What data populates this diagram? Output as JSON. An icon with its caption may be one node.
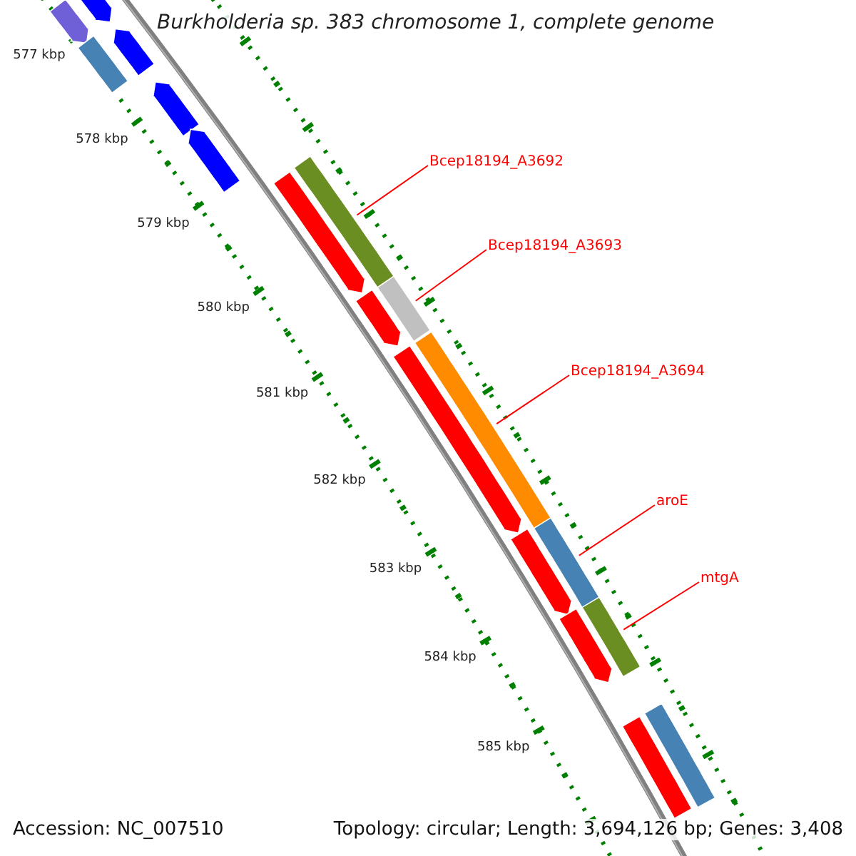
{
  "diagram": {
    "title": "Burkholderia sp. 383 chromosome 1, complete genome",
    "nodes": [
      {
        "text": [
          "Bcep18194_A3692"
        ]
      },
      {
        "text": [
          "Bcep18194_A3693"
        ]
      },
      {
        "text": [
          "Bcep18194_A3694"
        ]
      },
      {
        "text": [
          "aroE"
        ]
      },
      {
        "text": [
          "mtgA"
        ]
      },
      {
        "text": [],
        "shape": "bar"
      },
      {
        "text": [],
        "shape": "bar"
      },
      {
        "text": [],
        "shape": "bar"
      },
      {
        "text": [],
        "shape": "bar"
      },
      {
        "text": [],
        "shape": "bar"
      },
      {
        "text": [],
        "shape": "bar"
      },
      {
        "text": [],
        "shape": "bar"
      },
      {
        "text": [],
        "shape": "bar"
      },
      {
        "text": [],
        "shape": "bar"
      },
      {
        "text": [],
        "shape": "bar"
      },
      {
        "text": [],
        "shape": "bar"
      },
      {
        "text": [],
        "shape": "bar"
      },
      {
        "text": [],
        "shape": "bar"
      },
      {
        "text": [],
        "shape": "bar"
      },
      {
        "text": [],
        "shape": "bar"
      },
      {
        "text": [],
        "shape": "bar"
      },
      {
        "text": [],
        "shape": "bar"
      },
      {
        "text": [],
        "shape": "bar"
      }
    ],
    "edges": [
      {
        "from": 0,
        "to": 5,
        "arrow": "none",
        "color": "#ff0000"
      },
      {
        "from": 1,
        "to": 6,
        "arrow": "none",
        "color": "#ff0000"
      },
      {
        "from": 2,
        "to": 7,
        "arrow": "none",
        "color": "#ff0000"
      },
      {
        "from": 3,
        "to": 8,
        "arrow": "none",
        "color": "#ff0000"
      },
      {
        "from": 4,
        "to": 9,
        "arrow": "none",
        "color": "#ff0000"
      }
    ],
    "labels": [
      "577 kbp",
      "578 kbp",
      "579 kbp",
      "580 kbp",
      "581 kbp",
      "582 kbp",
      "583 kbp",
      "584 kbp",
      "585 kbp",
      "Accession: NC_007510",
      "Topology: circular; Length: 3,694,126 bp; Genes: 3,408"
    ]
  }
}
